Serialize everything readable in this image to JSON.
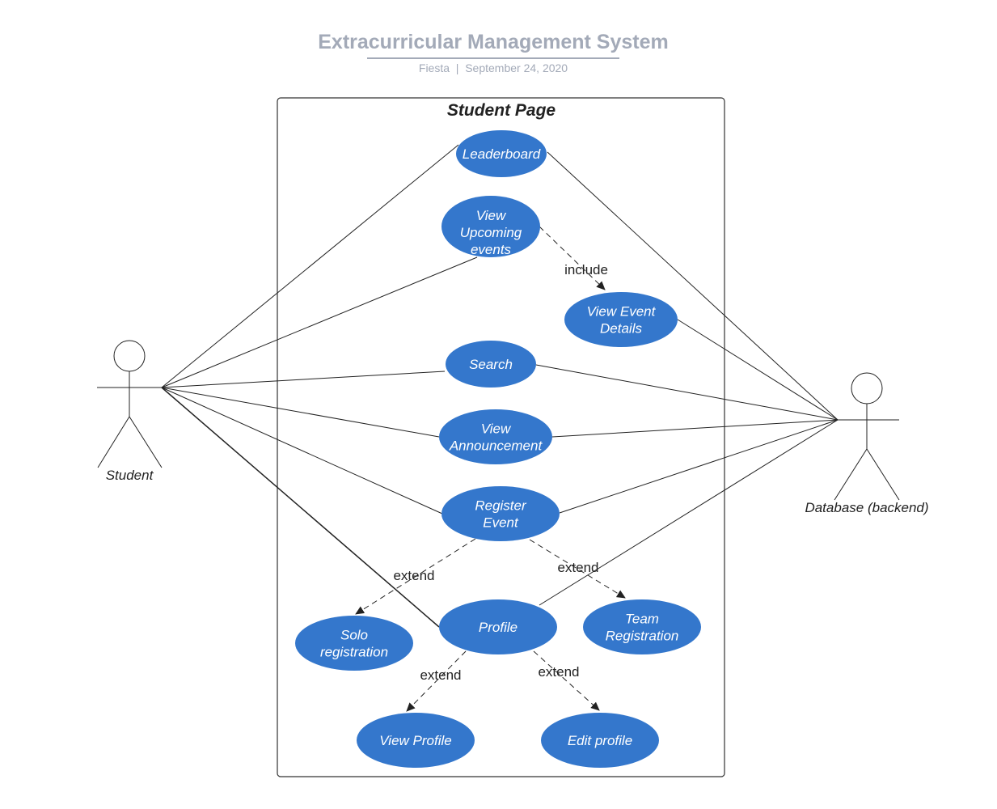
{
  "header": {
    "title": "Extracurricular Management System",
    "subtitle_author": "Fiesta",
    "subtitle_separator": "|",
    "subtitle_date": "September 24, 2020"
  },
  "boundary": {
    "title": "Student Page"
  },
  "actors": {
    "student": "Student",
    "database": "Database (backend)"
  },
  "use_cases": {
    "leaderboard": [
      "Leaderboard"
    ],
    "view_upcoming": [
      "View",
      "Upcoming",
      "events"
    ],
    "view_event_details": [
      "View Event",
      "Details"
    ],
    "search": [
      "Search"
    ],
    "view_announcement": [
      "View",
      "Announcement"
    ],
    "register_event": [
      "Register",
      "Event"
    ],
    "profile": [
      "Profile"
    ],
    "solo_registration": [
      "Solo",
      "registration"
    ],
    "team_registration": [
      "Team",
      "Registration"
    ],
    "view_profile": [
      "View Profile"
    ],
    "edit_profile": [
      "Edit profile"
    ]
  },
  "relations": {
    "include": "include",
    "extend_solo": "extend",
    "extend_team": "extend",
    "extend_view_profile": "extend",
    "extend_edit_profile": "extend"
  },
  "colors": {
    "use_case_fill": "#3477cc",
    "title_text": "#a3aab8",
    "line": "#222222"
  }
}
